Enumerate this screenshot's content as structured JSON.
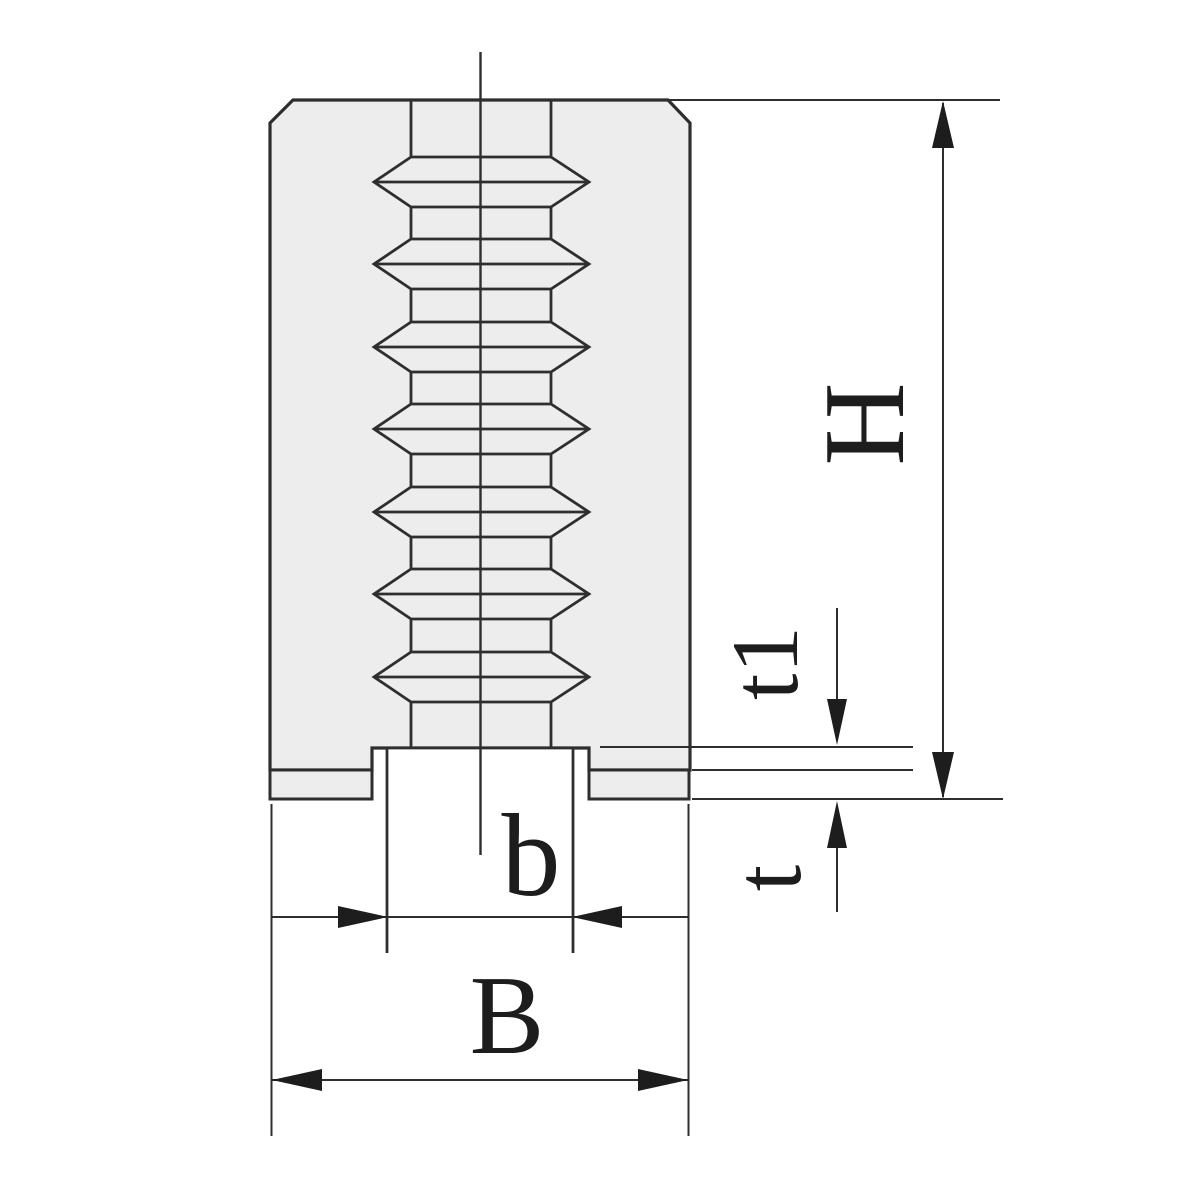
{
  "drawing": {
    "kind": "technical dimension drawing",
    "subject": "chuck jaw side profile with serrated center groove and guide tongue"
  },
  "labels": {
    "overall_height": "H",
    "step_depth_upper": "t1",
    "step_depth_lower": "t",
    "tongue_width": "b",
    "overall_width": "B"
  },
  "colors": {
    "line": "#2e2e2e",
    "body_fill": "#ededed",
    "background": "#ffffff",
    "arrow_fill": "#1d1d1d"
  }
}
